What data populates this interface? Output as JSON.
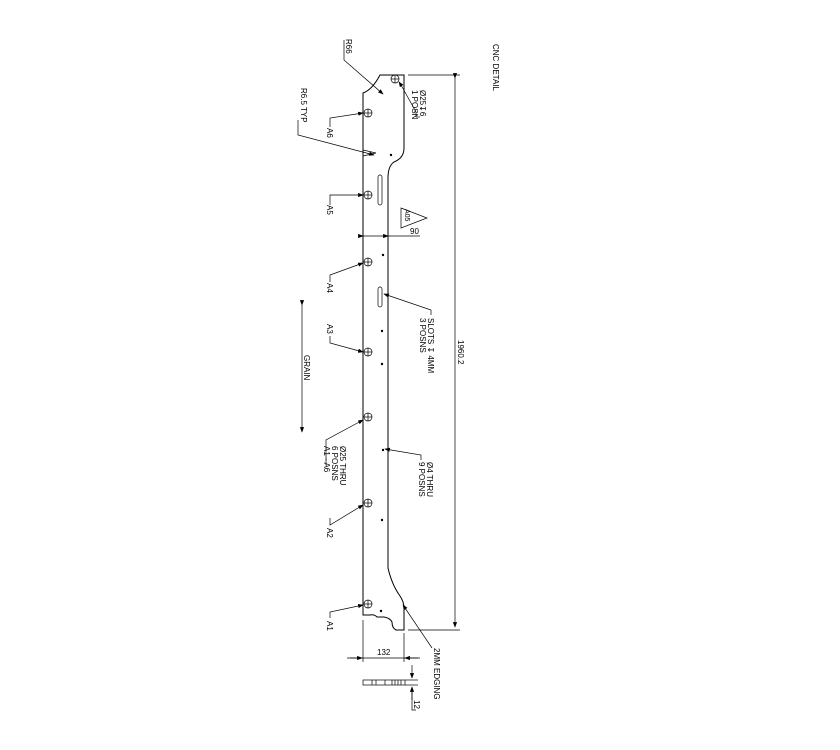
{
  "title": "CNC DETAIL",
  "labels": {
    "r66": "R66",
    "r65": "R6.5 TYP",
    "a1": "A1",
    "a2": "A2",
    "a3": "A3",
    "a4": "A4",
    "a5": "A5",
    "a6": "A6",
    "top_hole_1": "Ø25↧6",
    "top_hole_2": "1 POSN",
    "a05": "A05",
    "dim_90": "90",
    "slots_1": "SLOTS ↧ 4MM",
    "slots_2": "3 POSNS",
    "dim_length": "1960.2",
    "grain": "GRAIN",
    "thru25_1": "Ø25 THRU",
    "thru25_2": "6 POSNS",
    "thru25_3": "A1 - A6",
    "thru4_1": "Ø4 THRU",
    "thru4_2": "9 POSNS",
    "edging": "2MM EDGING",
    "dim_width": "132",
    "dim_thickness": "12"
  }
}
